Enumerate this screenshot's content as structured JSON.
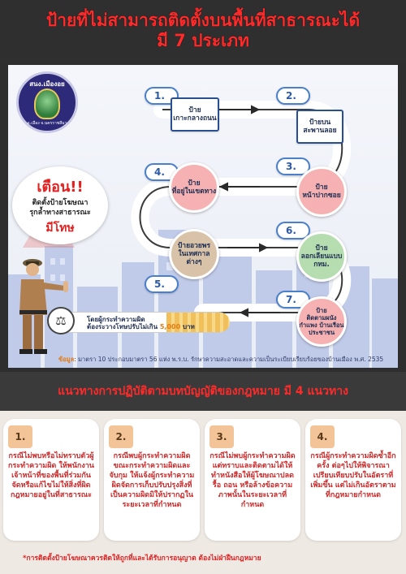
{
  "header": {
    "title_line1": "ป้ายที่ไม่สามารถติดตั้งบนพื้นที่สาธารณะได้",
    "title_line2": "มี 7 ประเภท"
  },
  "logo": {
    "top_text": "สนง.เมืองอย",
    "bottom_text": "อ.เมือง จ.นครราชสีมา"
  },
  "warning": {
    "title": "เตือน!!",
    "line1": "ติดตั้งป้ายโฆษณา",
    "line2": "รุกล้ำทางสาธารณะ",
    "danger": "มีโทษ"
  },
  "steps": [
    {
      "no": "1.",
      "label": "ป้าย\nเกาะกลางถนน"
    },
    {
      "no": "2.",
      "label": "ป้ายบน\nสะพานลอย"
    },
    {
      "no": "3.",
      "label": "ป้าย\nหน้าปากซอย"
    },
    {
      "no": "4.",
      "label": "ป้าย\nที่อยู่ในเขตทาง"
    },
    {
      "no": "5.",
      "label": "ป้ายอวยพร\nในเทศกาลต่างๆ"
    },
    {
      "no": "6.",
      "label": "ป้าย\nลอกเลียนแบบ\nกทม."
    },
    {
      "no": "7.",
      "label": "ป้าย\nติดตามผนัง\nกำแพง บ้านเรือน\nประชาชน"
    }
  ],
  "fine": {
    "line1": "โดยผู้กระทำความผิด",
    "line2_prefix": "ต้องระวางโทษปรับไม่เกิน",
    "amount": "5,000",
    "unit": "บาท"
  },
  "source": {
    "label": "ข้อมูล",
    "text": ": มาตรา 10 ประกอบมาตรา 56 แห่ง พ.ร.บ. รักษาความสะอาดและความเป็นระเบียบเรียบร้อยของบ้านเมือง พ.ศ. 2535"
  },
  "guideline_title": "แนวทางการปฏิบัติตามบทบัญญัติของกฎหมาย มี 4 แนวทาง",
  "guidelines": [
    {
      "no": "1.",
      "text": "กรณีไม่พบหรือไม่ทราบตัวผู้กระทำความผิด ให้พนักงานเจ้าหน้าที่ของพื้นที่ร่วมกันจัดหรือแก้ไขไม่ให้สิ่งที่ผิดกฎหมายอยู่ในที่สาธารณะ"
    },
    {
      "no": "2.",
      "text": "กรณีพบผู้กระทำความผิดขณะกระทำความผิดและจับกุม ให้แจ้งผู้กระทำความผิดจัดการเก็บปรับปรุงสิ่งที่เป็นความผิดมิให้ปรากฏในระยะเวลาที่กำหนด"
    },
    {
      "no": "3.",
      "text": "กรณีไม่พบผู้กระทำความผิดแต่ทราบและติดตามได้ให้ทำหนังสือให้ผู้โฆษณาปลด รื้อ ถอน หรือล้างข้อความ ภาพนั้นในระยะเวลาที่กำหนด"
    },
    {
      "no": "4.",
      "text": "กรณีผู้กระทำความผิดซ้ำอีกครั้ง ต่อๆไปให้พิจารณาเปรียบเทียบปรับในอัตราที่เพิ่มขึ้น แต่ไม่เกินอัตราตามที่กฎหมายกำหนด"
    }
  ],
  "footnote": "*การติดตั้งป้ายโฆษณาควรติดให้ถูกที่และได้รับการอนุญาต ต้องไม่ฝ่าฝืนกฎหมาย",
  "colors": {
    "accent_red": "#ff2a2a",
    "step_blue": "#2a4f8f",
    "orange": "#e47a12"
  }
}
